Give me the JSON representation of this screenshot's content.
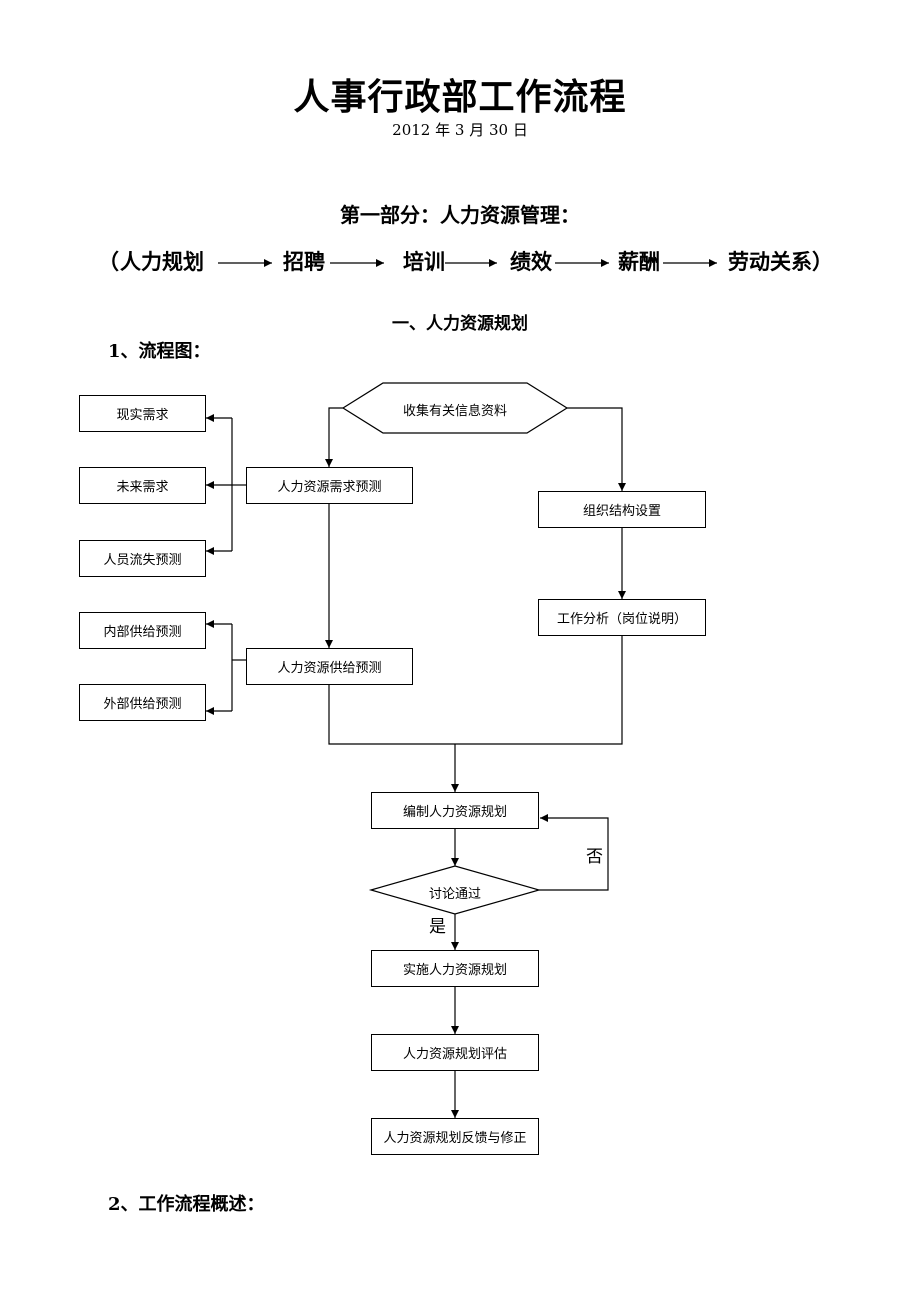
{
  "document": {
    "title": "人事行政部工作流程",
    "date": "2012 年 3 月 30 日",
    "part_heading": "第一部分：人力资源管理：",
    "process_chain": {
      "open": "（",
      "close": "）",
      "steps": [
        "人力规划",
        "招聘",
        "培训",
        "绩效",
        "薪酬",
        "劳动关系"
      ]
    },
    "section_heading": "一、人力资源规划",
    "subheading_flowchart": "1、流程图：",
    "subheading_overview": "2、工作流程概述："
  },
  "flowchart": {
    "collect": "收集有关信息资料",
    "demand_forecast": "人力资源需求预测",
    "supply_forecast": "人力资源供给预测",
    "org_structure": "组织结构设置",
    "job_analysis": "工作分析（岗位说明）",
    "demand_items": [
      "现实需求",
      "未来需求",
      "人员流失预测"
    ],
    "supply_items": [
      "内部供给预测",
      "外部供给预测"
    ],
    "compile_plan": "编制人力资源规划",
    "discuss": "讨论通过",
    "no_label": "否",
    "yes_label": "是",
    "implement": "实施人力资源规划",
    "evaluate": "人力资源规划评估",
    "feedback": "人力资源规划反馈与修正"
  }
}
